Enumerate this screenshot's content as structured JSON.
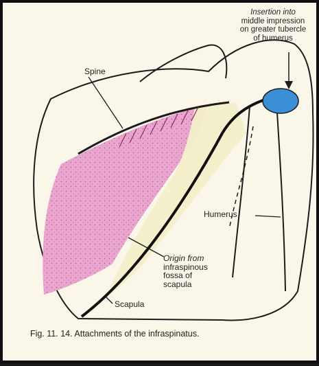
{
  "labels": {
    "insertion": [
      "Insertion into",
      "middle impression",
      "on greater tubercle",
      "of humerus"
    ],
    "spine": "Spine",
    "humerus": "Humerus",
    "origin": [
      "Origin from",
      "infraspinous",
      "fossa of",
      "scapula"
    ],
    "scapula": "Scapula"
  },
  "caption": "Fig. 11. 14. Attachments of the infraspinatus.",
  "colors": {
    "muscle": "#e9a7cf",
    "tendon_shade": "#f3efc9",
    "insertion": "#3b8fd6",
    "bone_outline": "#1b1b1b",
    "background": "#fbf6ea"
  }
}
